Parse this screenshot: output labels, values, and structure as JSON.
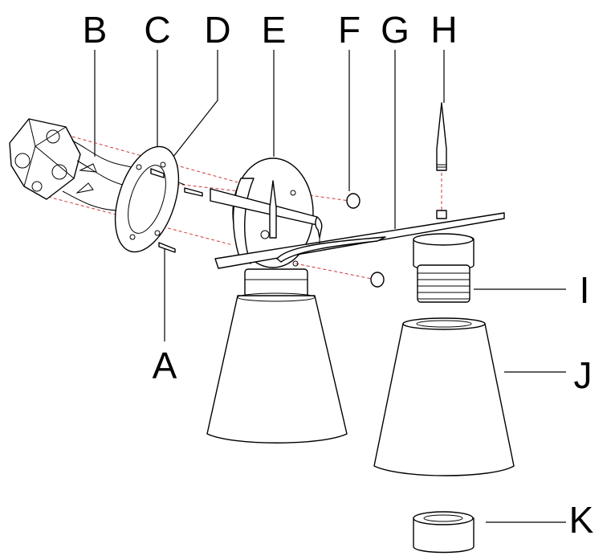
{
  "callouts": [
    {
      "id": "A",
      "label": "A"
    },
    {
      "id": "B",
      "label": "B"
    },
    {
      "id": "C",
      "label": "C"
    },
    {
      "id": "D",
      "label": "D"
    },
    {
      "id": "E",
      "label": "E"
    },
    {
      "id": "F",
      "label": "F"
    },
    {
      "id": "G",
      "label": "G"
    },
    {
      "id": "H",
      "label": "H"
    },
    {
      "id": "I",
      "label": "I"
    },
    {
      "id": "J",
      "label": "J"
    },
    {
      "id": "K",
      "label": "K"
    }
  ],
  "colors": {
    "line": "#000000",
    "guide": "#d23a3a",
    "background": "#ffffff"
  }
}
